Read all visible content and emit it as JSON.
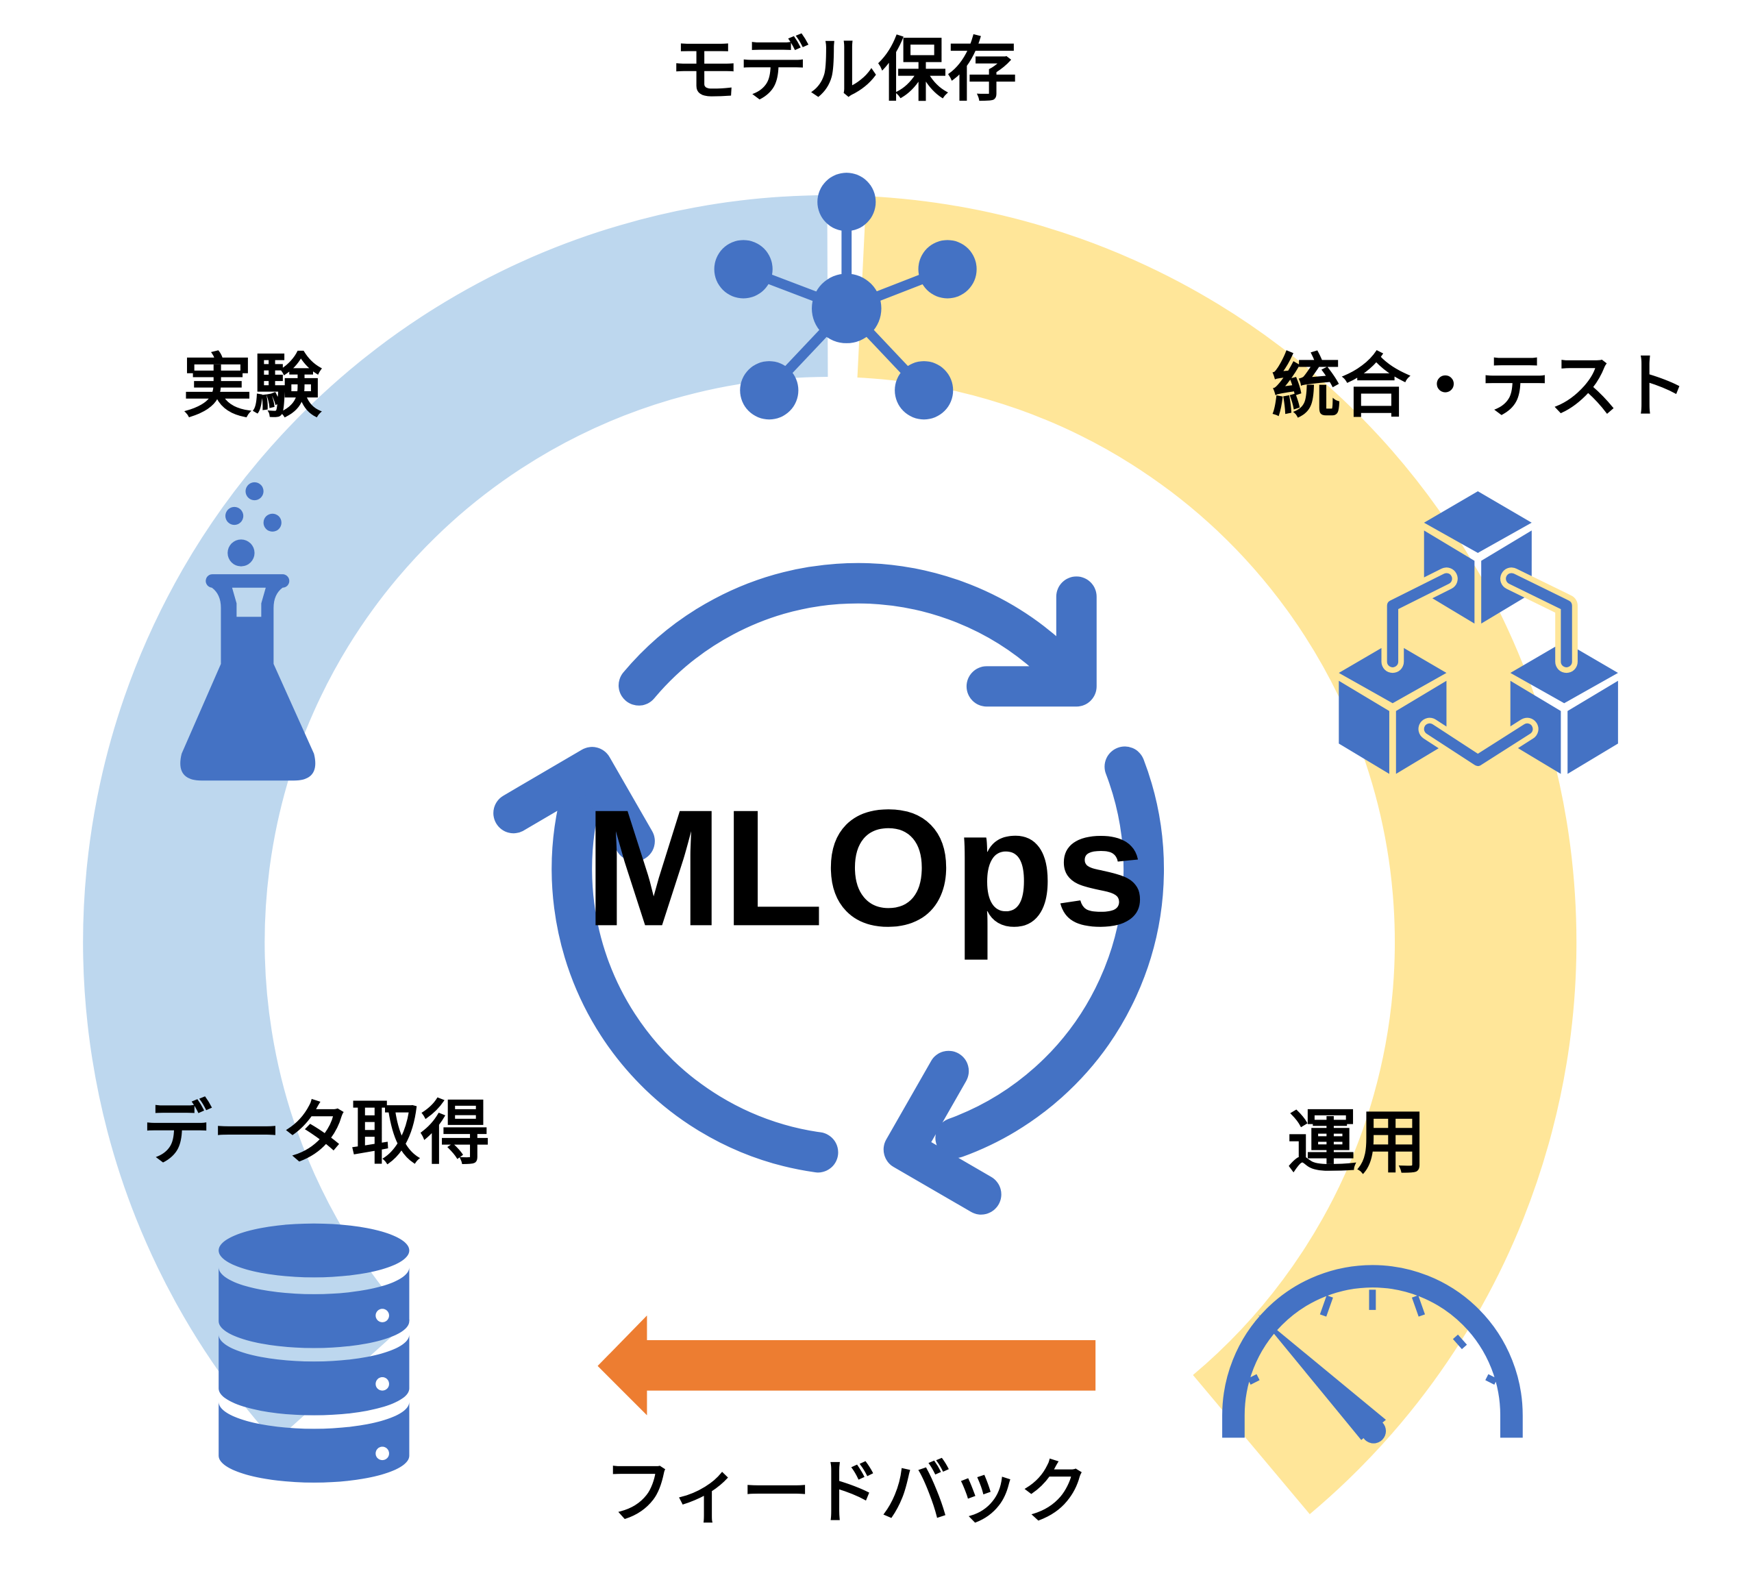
{
  "title": "MLOps",
  "stages": {
    "model_storage": "モデル保存",
    "experiment": "実験",
    "integration_test": "統合・テスト",
    "data_acquisition": "データ取得",
    "operation": "運用",
    "feedback": "フィードバック"
  },
  "colors": {
    "ring_blue": "#BDD7EE",
    "ring_yellow": "#FFE699",
    "icon_blue": "#4472C4",
    "feedback_orange": "#ED7D31"
  },
  "icons": [
    "network-icon",
    "flask-icon",
    "database-icon",
    "blocks-icon",
    "gauge-icon",
    "cycle-arrows-icon",
    "feedback-arrow-icon"
  ]
}
